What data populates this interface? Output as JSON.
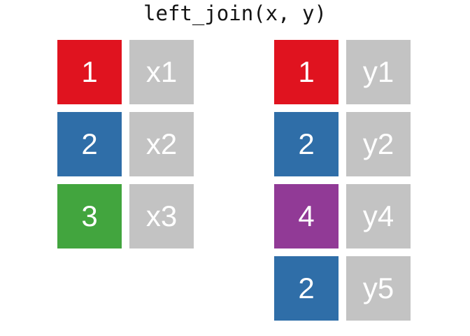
{
  "title": "left_join(x, y)",
  "colors": {
    "key_red": "#e0131f",
    "key_blue": "#2f6ea8",
    "key_green": "#42a53e",
    "key_purple": "#913a96",
    "value_bg": "#c3c3c3",
    "cell_text": "#ffffff",
    "title_text": "#141414"
  },
  "tables": {
    "x": {
      "name": "x",
      "rows": [
        {
          "key": "1",
          "key_color": "#e0131f",
          "value": "x1"
        },
        {
          "key": "2",
          "key_color": "#2f6ea8",
          "value": "x2"
        },
        {
          "key": "3",
          "key_color": "#42a53e",
          "value": "x3"
        }
      ]
    },
    "y": {
      "name": "y",
      "rows": [
        {
          "key": "1",
          "key_color": "#e0131f",
          "value": "y1"
        },
        {
          "key": "2",
          "key_color": "#2f6ea8",
          "value": "y2"
        },
        {
          "key": "4",
          "key_color": "#913a96",
          "value": "y4"
        },
        {
          "key": "2",
          "key_color": "#2f6ea8",
          "value": "y5"
        }
      ]
    }
  }
}
